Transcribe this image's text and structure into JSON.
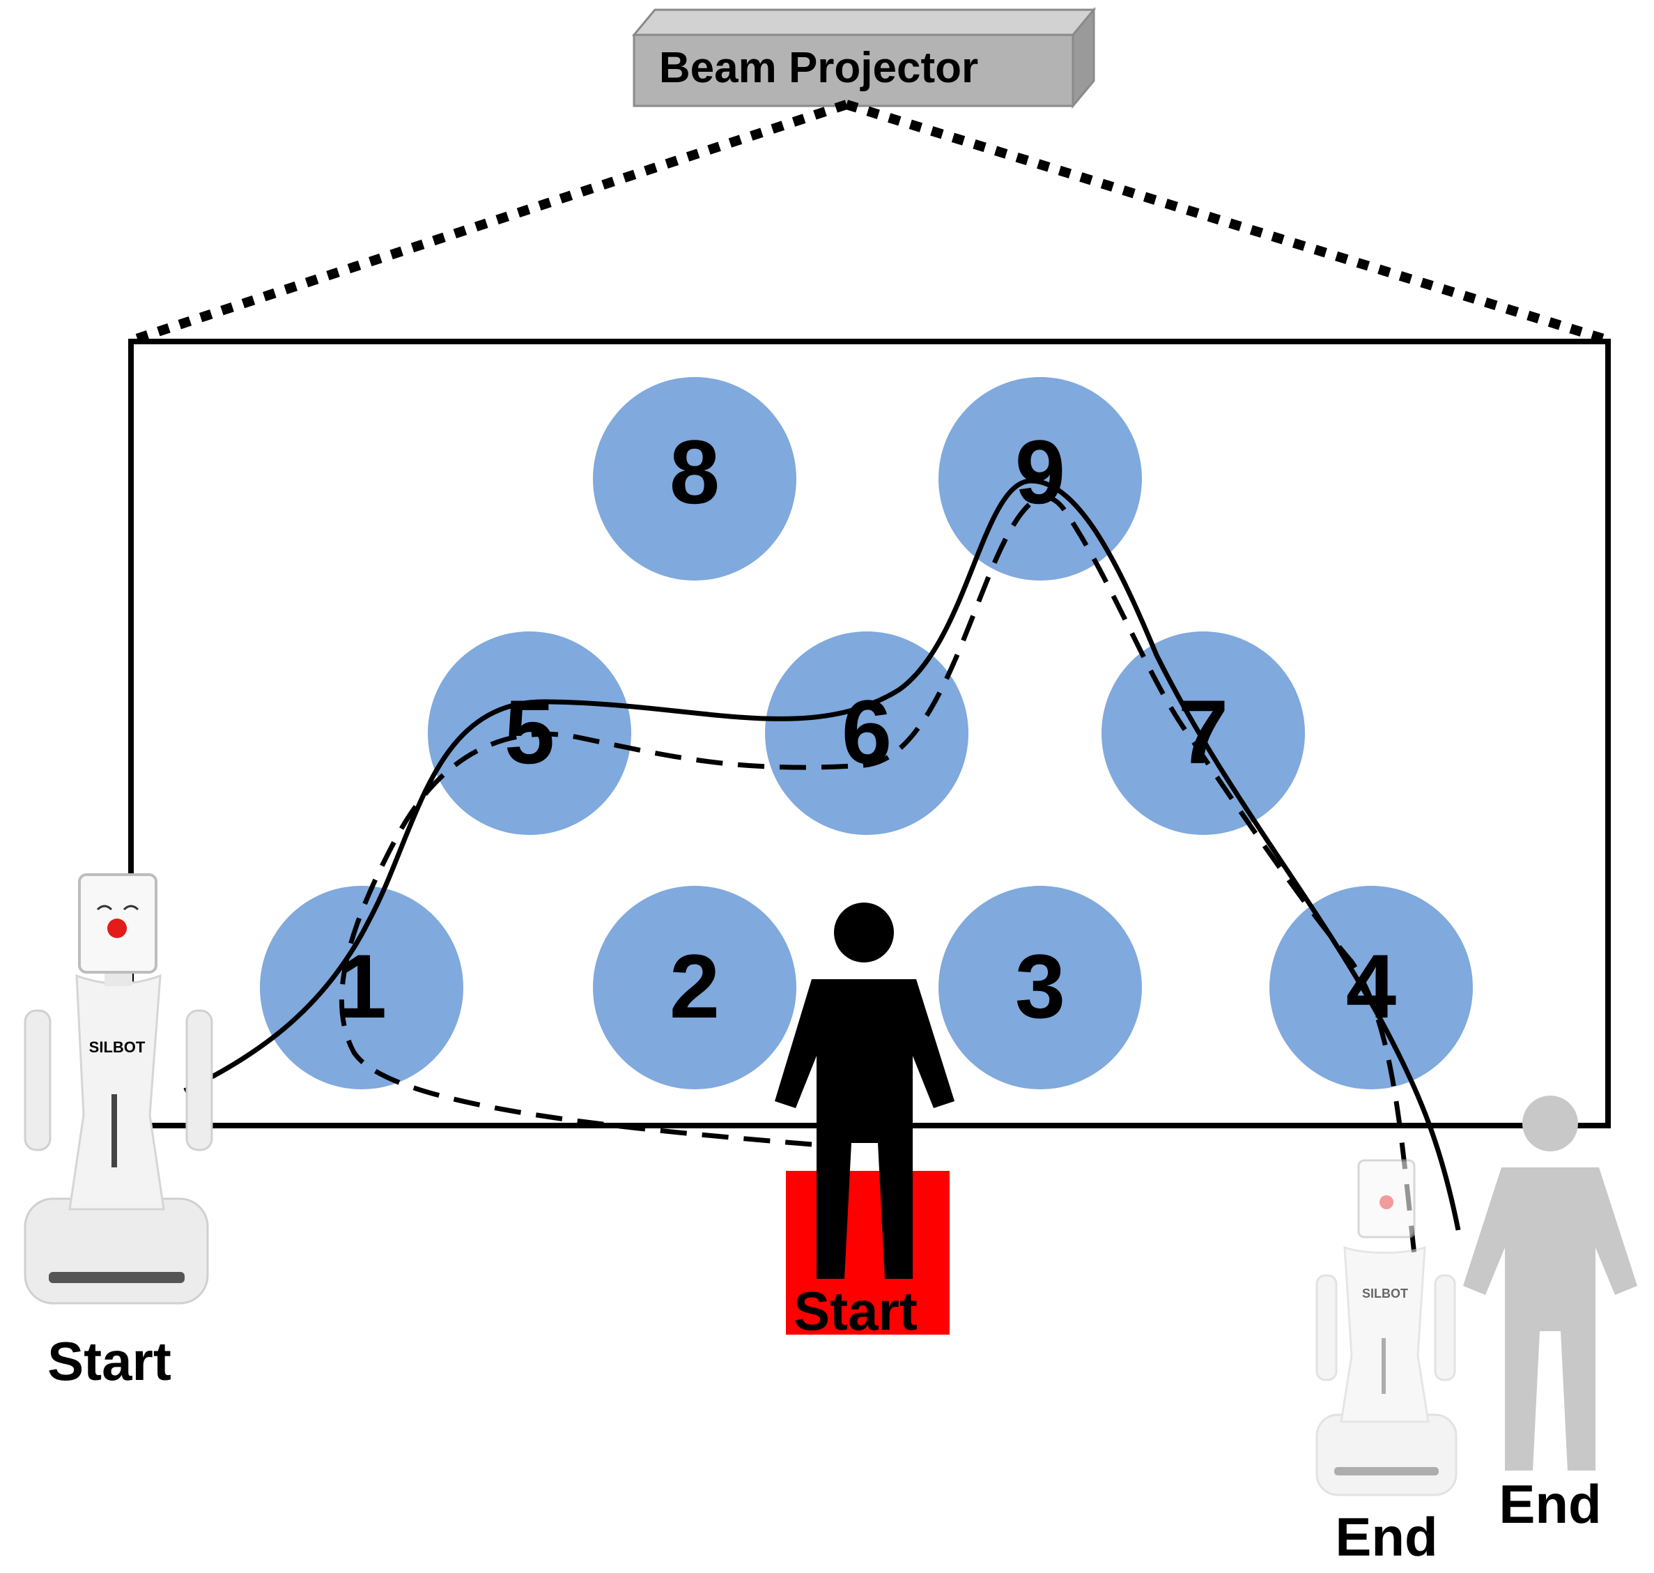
{
  "projector": {
    "label": "Beam Projector"
  },
  "circles": [
    {
      "id": "1",
      "label": "1"
    },
    {
      "id": "2",
      "label": "2"
    },
    {
      "id": "3",
      "label": "3"
    },
    {
      "id": "4",
      "label": "4"
    },
    {
      "id": "5",
      "label": "5"
    },
    {
      "id": "6",
      "label": "6"
    },
    {
      "id": "7",
      "label": "7"
    },
    {
      "id": "8",
      "label": "8"
    },
    {
      "id": "9",
      "label": "9"
    }
  ],
  "robot_start": {
    "label": "Start",
    "badge": "SILBOT"
  },
  "person_start": {
    "label": "Start"
  },
  "robot_end": {
    "label": "End",
    "badge": "SILBOT"
  },
  "person_end": {
    "label": "End"
  },
  "colors": {
    "circle_fill": "#80A9DD",
    "start_marker": "#FF0000",
    "end_figure": "#C8C8C8",
    "projector_box": "#B3B3B3"
  }
}
